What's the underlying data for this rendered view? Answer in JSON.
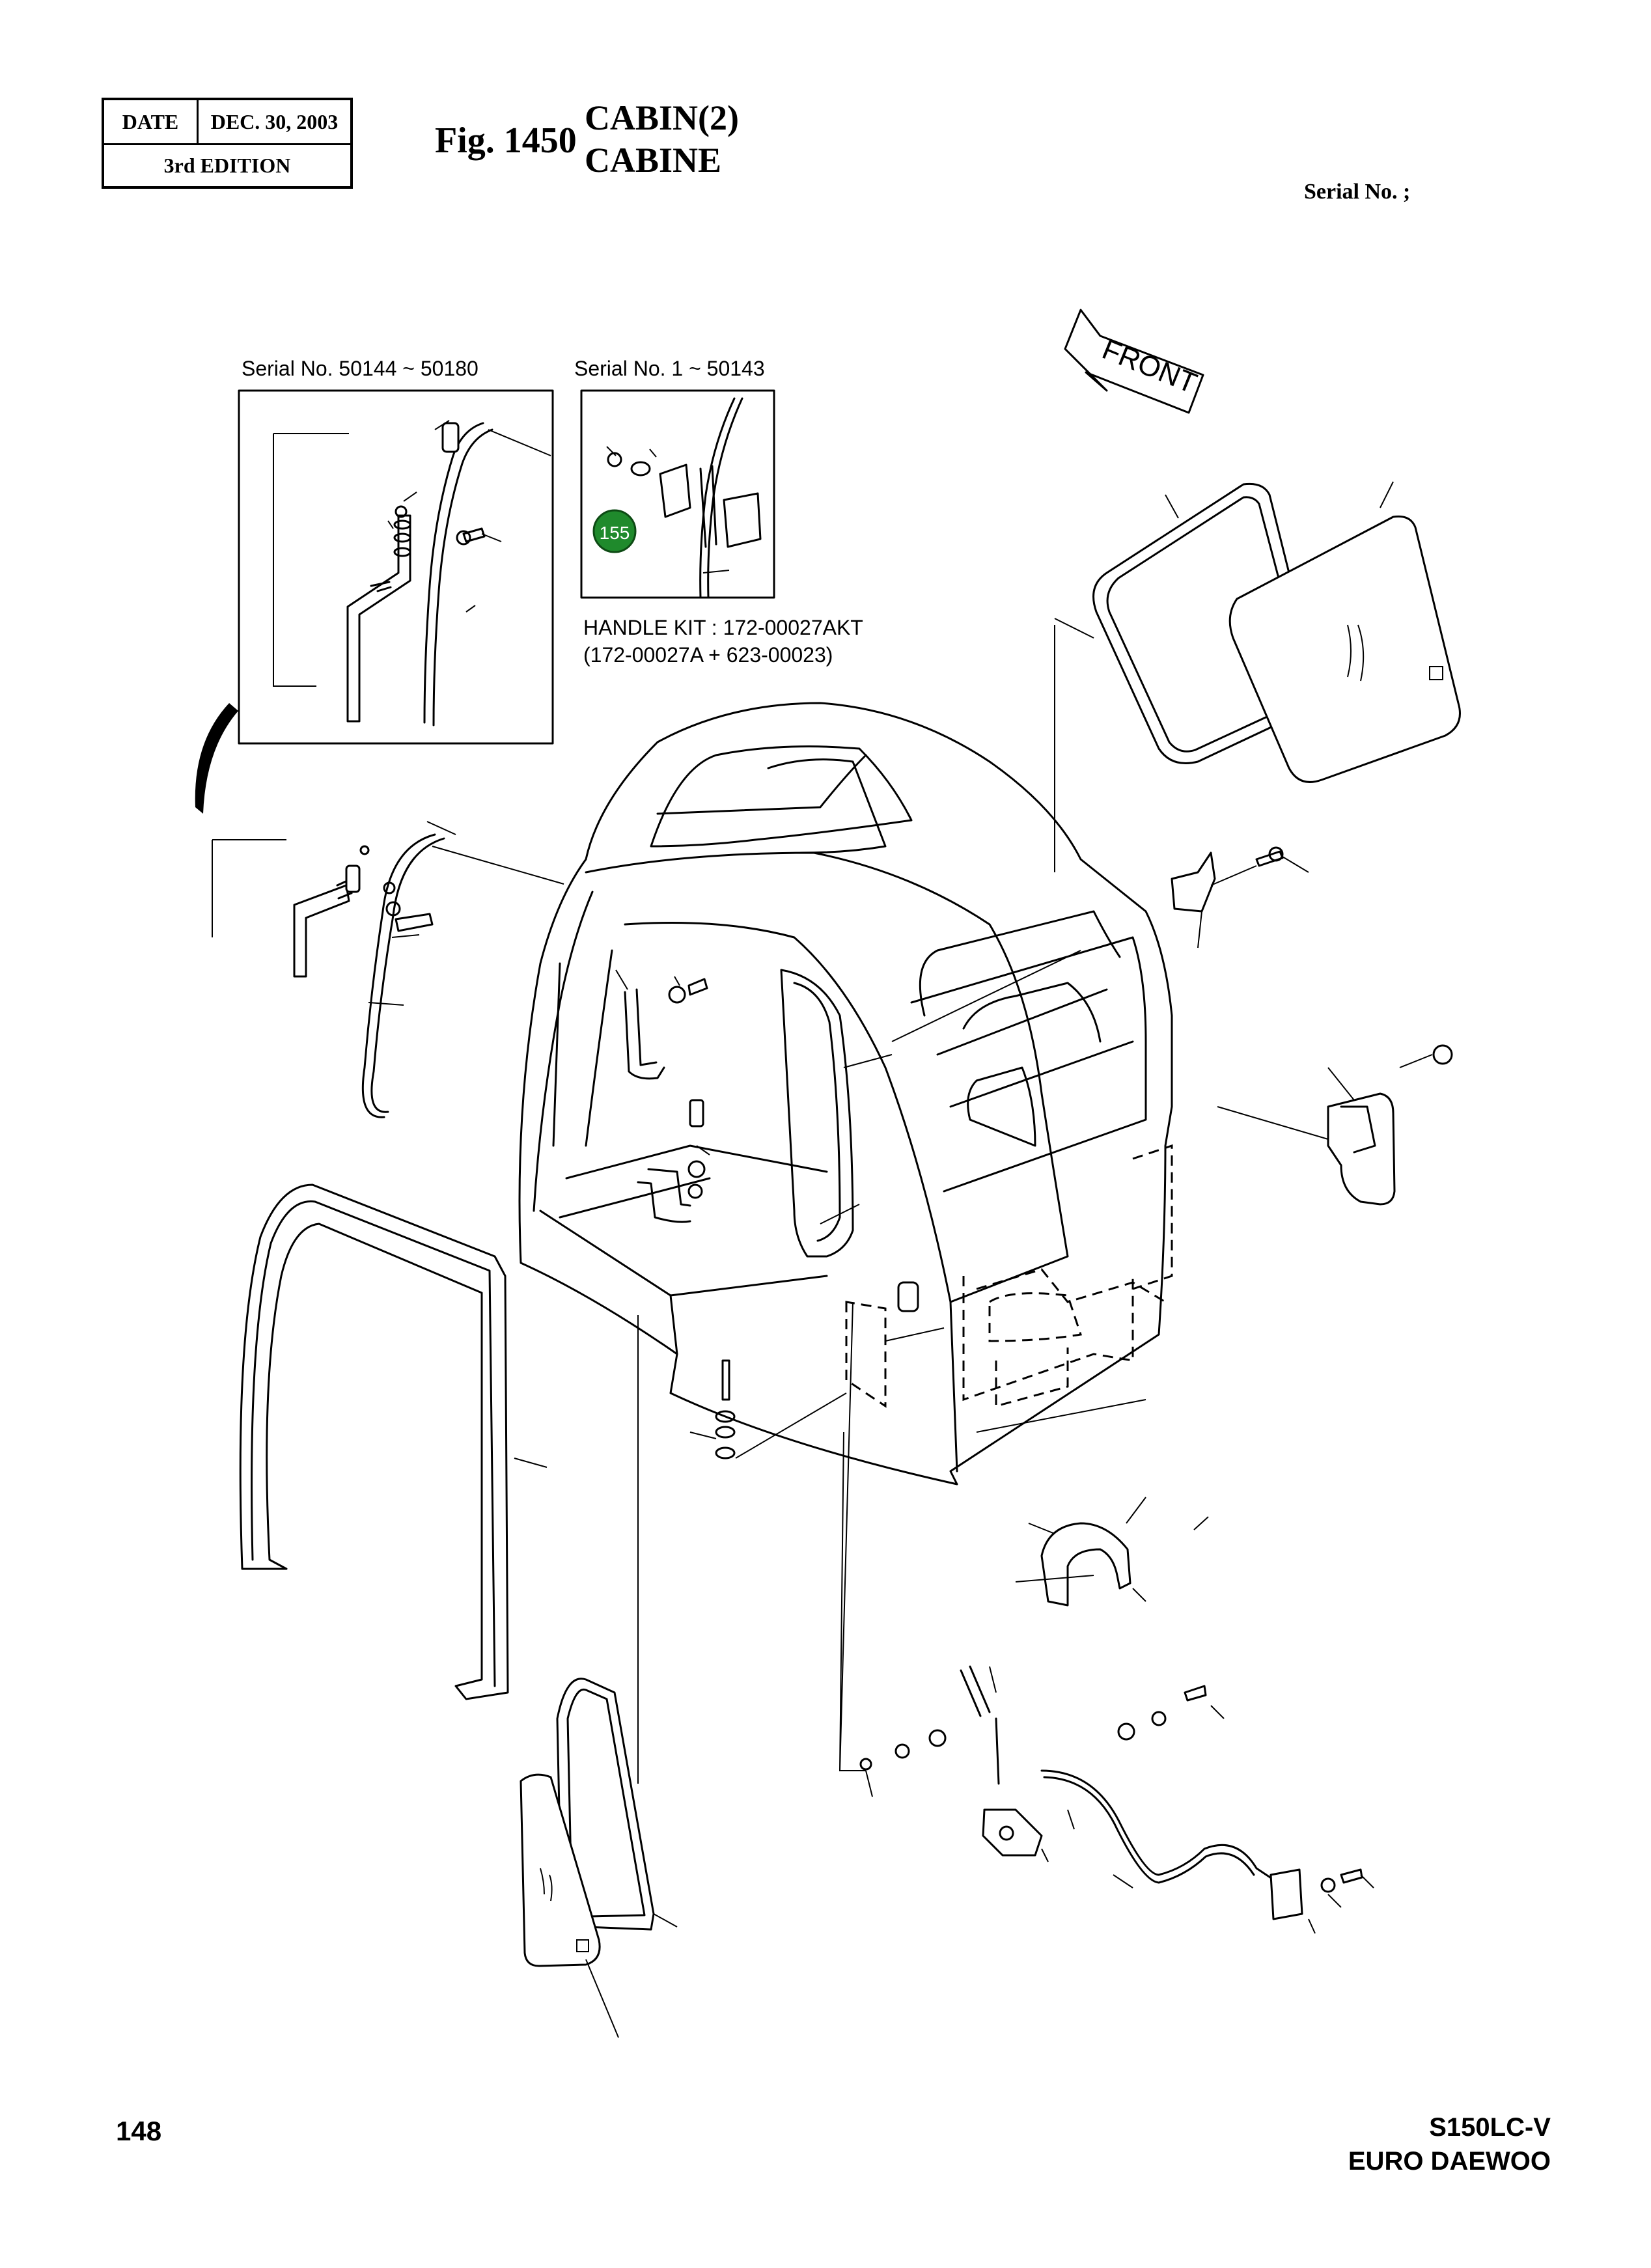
{
  "header": {
    "date_label": "DATE",
    "date_value": "DEC. 30, 2003",
    "edition": "3rd  EDITION",
    "fig_number": "Fig. 1450",
    "title_en": "CABIN(2)",
    "title_fr": "CABINE",
    "serial_no": "Serial No. ;"
  },
  "insets": {
    "left_label": "Serial No. 50144 ~ 50180",
    "right_label": "Serial No. 1 ~ 50143",
    "callout_number": "155",
    "handle_kit_line1": "HANDLE KIT : 172-00027AKT",
    "handle_kit_line2": "(172-00027A + 623-00023)"
  },
  "direction": {
    "front_label": "FRONT"
  },
  "footer": {
    "page_number": "148",
    "model": "S150LC-V",
    "maker": "EURO DAEWOO"
  },
  "colors": {
    "line": "#000000",
    "background": "#ffffff",
    "callout_fill": "#1f8a2c",
    "callout_text": "#ffffff"
  }
}
